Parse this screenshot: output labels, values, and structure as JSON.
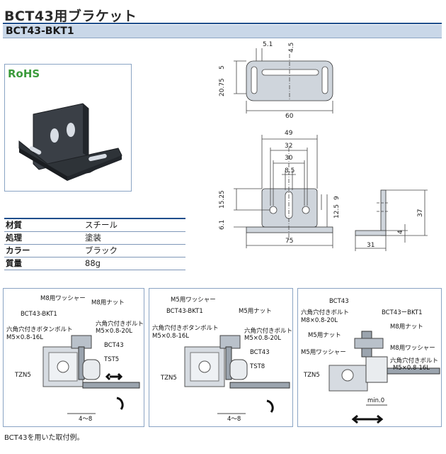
{
  "header": {
    "title": "BCT43用ブラケット",
    "model": "BCT43-BKT1"
  },
  "photo": {
    "badge": "RoHS"
  },
  "specs": [
    {
      "key": "材質",
      "value": "スチール"
    },
    {
      "key": "処理",
      "value": "塗装"
    },
    {
      "key": "カラー",
      "value": "ブラック"
    },
    {
      "key": "質量",
      "value": "88g"
    }
  ],
  "top_view": {
    "d1": "5.1",
    "d2": "4.5",
    "d3": "5",
    "d4": "20.75",
    "d5": "60"
  },
  "front_view": {
    "d1": "49",
    "d2": "32",
    "d3": "30",
    "d4": "8.5",
    "d5": "15.25",
    "d6": "9",
    "d7": "12.5",
    "d8": "6.1",
    "d9": "75"
  },
  "side_view": {
    "d1": "37",
    "d2": "4",
    "d3": "31"
  },
  "panel1": {
    "labels": [
      "M8用ワッシャー",
      "M8用ナット",
      "BCT43-BKT1",
      "六角穴付きボタンボルト",
      "M5×0.8-16L",
      "六角穴付きボルト",
      "M5×0.8-20L",
      "BCT43",
      "TST5",
      "TZN5",
      "4～8"
    ]
  },
  "panel2": {
    "labels": [
      "M5用ワッシャー",
      "BCT43-BKT1",
      "M5用ナット",
      "六角穴付きボタンボルト",
      "M5×0.8-16L",
      "六角穴付きボルト",
      "M5×0.8-20L",
      "BCT43",
      "TST8",
      "TZN5",
      "4～8"
    ]
  },
  "panel3": {
    "labels": [
      "BCT43",
      "六角穴付きボルト",
      "M8×0.8-20L",
      "BCT43ーBKT1",
      "M8用ナット",
      "M5用ナット",
      "M8用ワッシャー",
      "M5用ワッシャー",
      "六角穴付きボルト",
      "M5×0.8-16L",
      "TZN5",
      "min.0"
    ]
  },
  "caption": "BCT43を用いた取付例。"
}
